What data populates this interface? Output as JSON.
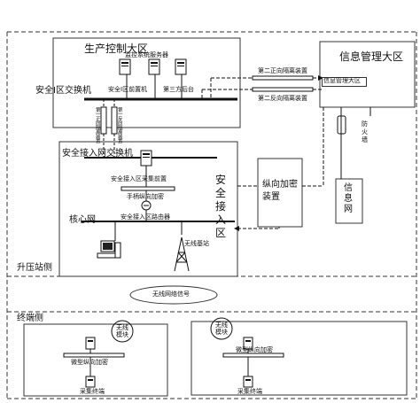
{
  "zones": {
    "production": "生产控制大区",
    "info_mgmt": "信息管理大区",
    "security_access": "安全接入区",
    "booster_side": "升压站侧",
    "terminal_side": "终端侧"
  },
  "devices": {
    "monitoring_server": "监控系统服务器",
    "safety_zone1_switch": "安全I区交换机",
    "zone1_frontend": "安全I区前置机",
    "third_party_console": "第三方后台",
    "info_mgmt_zone_node": "信息管理大区",
    "forward_isolation": "第二正向隔离装置",
    "reverse_isolation": "第二反向隔离装置",
    "firewall": "防火墙",
    "info_network": "信息网",
    "zone1_forward_isolation": "第一正向隔离装置",
    "zone1_reverse_isolation": "第一反向隔离装置",
    "access_switch": "安全接入网交换机",
    "access_collector_frontend": "安全接入区采集前置",
    "manual_vertical_encryption": "手柄纵向加密",
    "core_network": "核心网",
    "access_router": "安全接入区路由器",
    "wireless_base_station": "无线基站",
    "vertical_encryption_device": "纵向加密装置",
    "wireless_signal": "无线网络信号",
    "wireless_module": "无线模块",
    "micro_vertical_encryption": "微型纵向加密",
    "collection_terminal": "采集终端"
  }
}
